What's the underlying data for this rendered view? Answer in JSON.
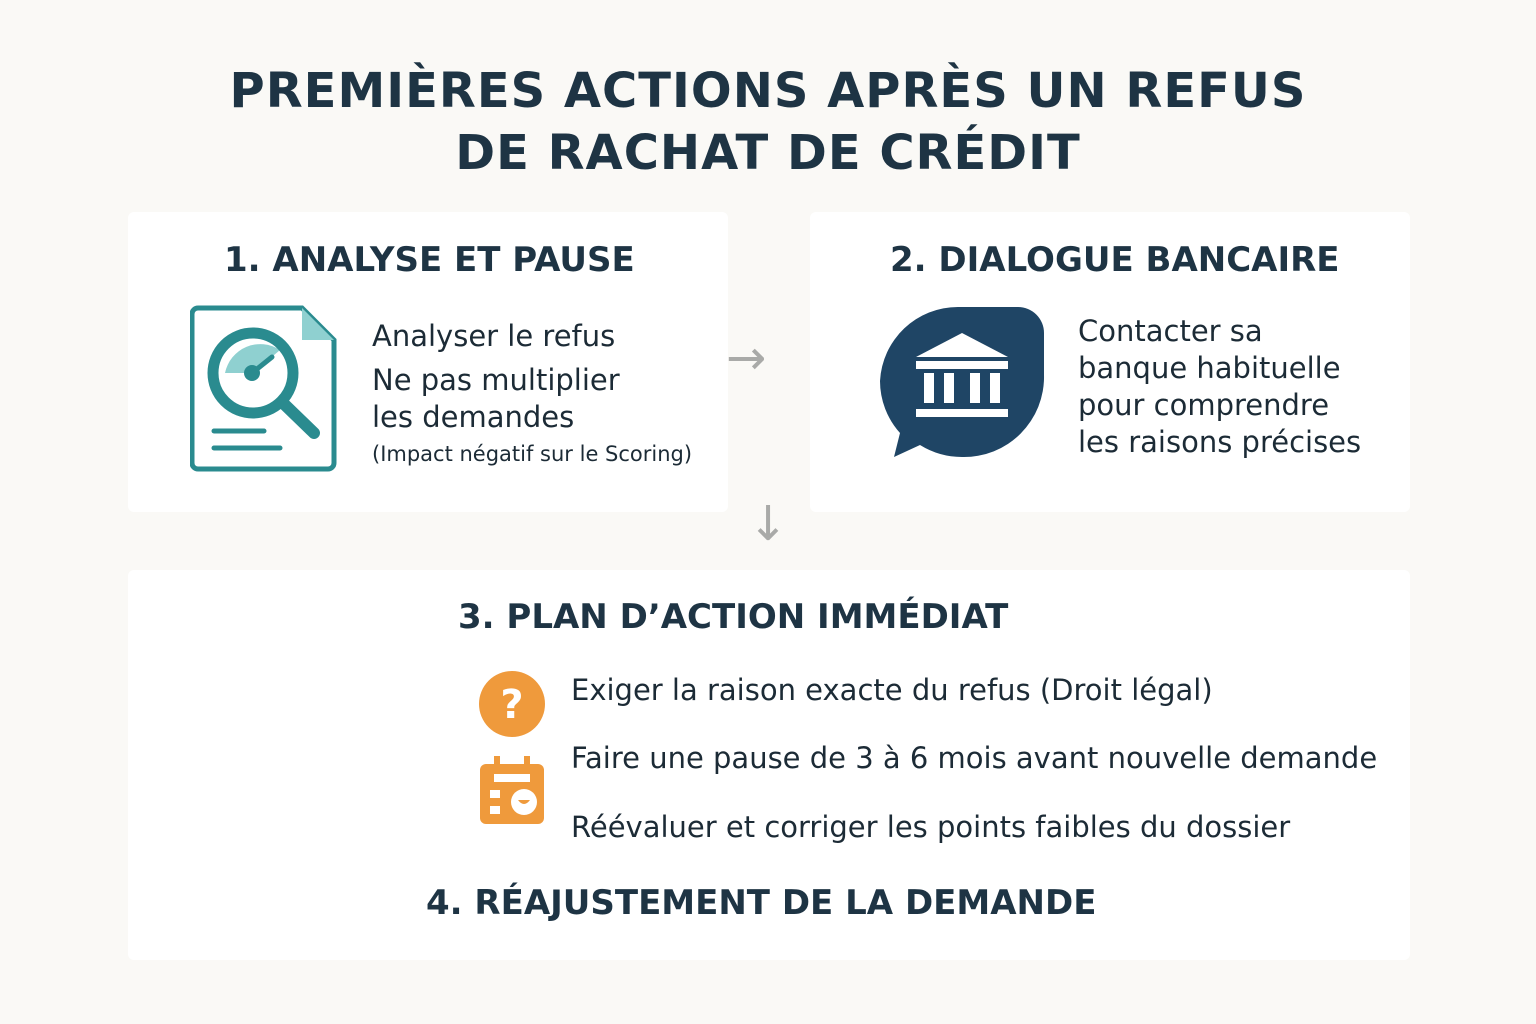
{
  "title": {
    "line1": "PREMIÈRES ACTIONS APRÈS UN REFUS",
    "line2": "DE RACHAT DE CRÉDIT"
  },
  "step1": {
    "heading": "1. ANALYSE ET PAUSE",
    "lines": [
      "Analyser le refus",
      "Ne pas multiplier",
      "les demandes"
    ],
    "note": "(Impact négatif sur le Scoring)",
    "icon": "document-magnifier-icon"
  },
  "step2": {
    "heading": "2. DIALOGUE BANCAIRE",
    "lines": [
      "Contacter sa",
      "banque habituelle",
      "pour comprendre",
      "les raisons précises"
    ],
    "icon": "bank-chat-icon"
  },
  "step3": {
    "heading": "3. PLAN D’ACTION IMMÉDIAT",
    "items": [
      "Exiger la raison exacte du refus (Droit légal)",
      "Faire une pause de 3 à 6 mois avant nouvelle demande",
      "Réévaluer et corriger les points faibles du dossier"
    ]
  },
  "step4": {
    "heading": "4. RÉAJUSTEMENT DE LA DEMANDE"
  },
  "arrows": {
    "right": "→",
    "down": "↓"
  },
  "colors": {
    "teal": "#2a8b8f",
    "navy": "#1f4565",
    "orange": "#ef9a3c",
    "text": "#1e3444"
  }
}
